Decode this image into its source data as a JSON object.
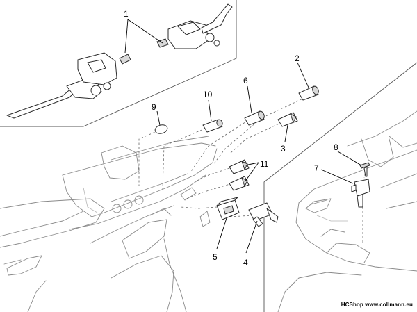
{
  "callouts": [
    {
      "id": "c1",
      "label": "1"
    },
    {
      "id": "c2",
      "label": "2"
    },
    {
      "id": "c3",
      "label": "3"
    },
    {
      "id": "c4",
      "label": "4"
    },
    {
      "id": "c5",
      "label": "5"
    },
    {
      "id": "c6",
      "label": "6"
    },
    {
      "id": "c7",
      "label": "7"
    },
    {
      "id": "c8",
      "label": "8"
    },
    {
      "id": "c9",
      "label": "9"
    },
    {
      "id": "c10",
      "label": "10"
    },
    {
      "id": "c11",
      "label": "11"
    }
  ],
  "watermark": "HCShop www.collmann.eu"
}
